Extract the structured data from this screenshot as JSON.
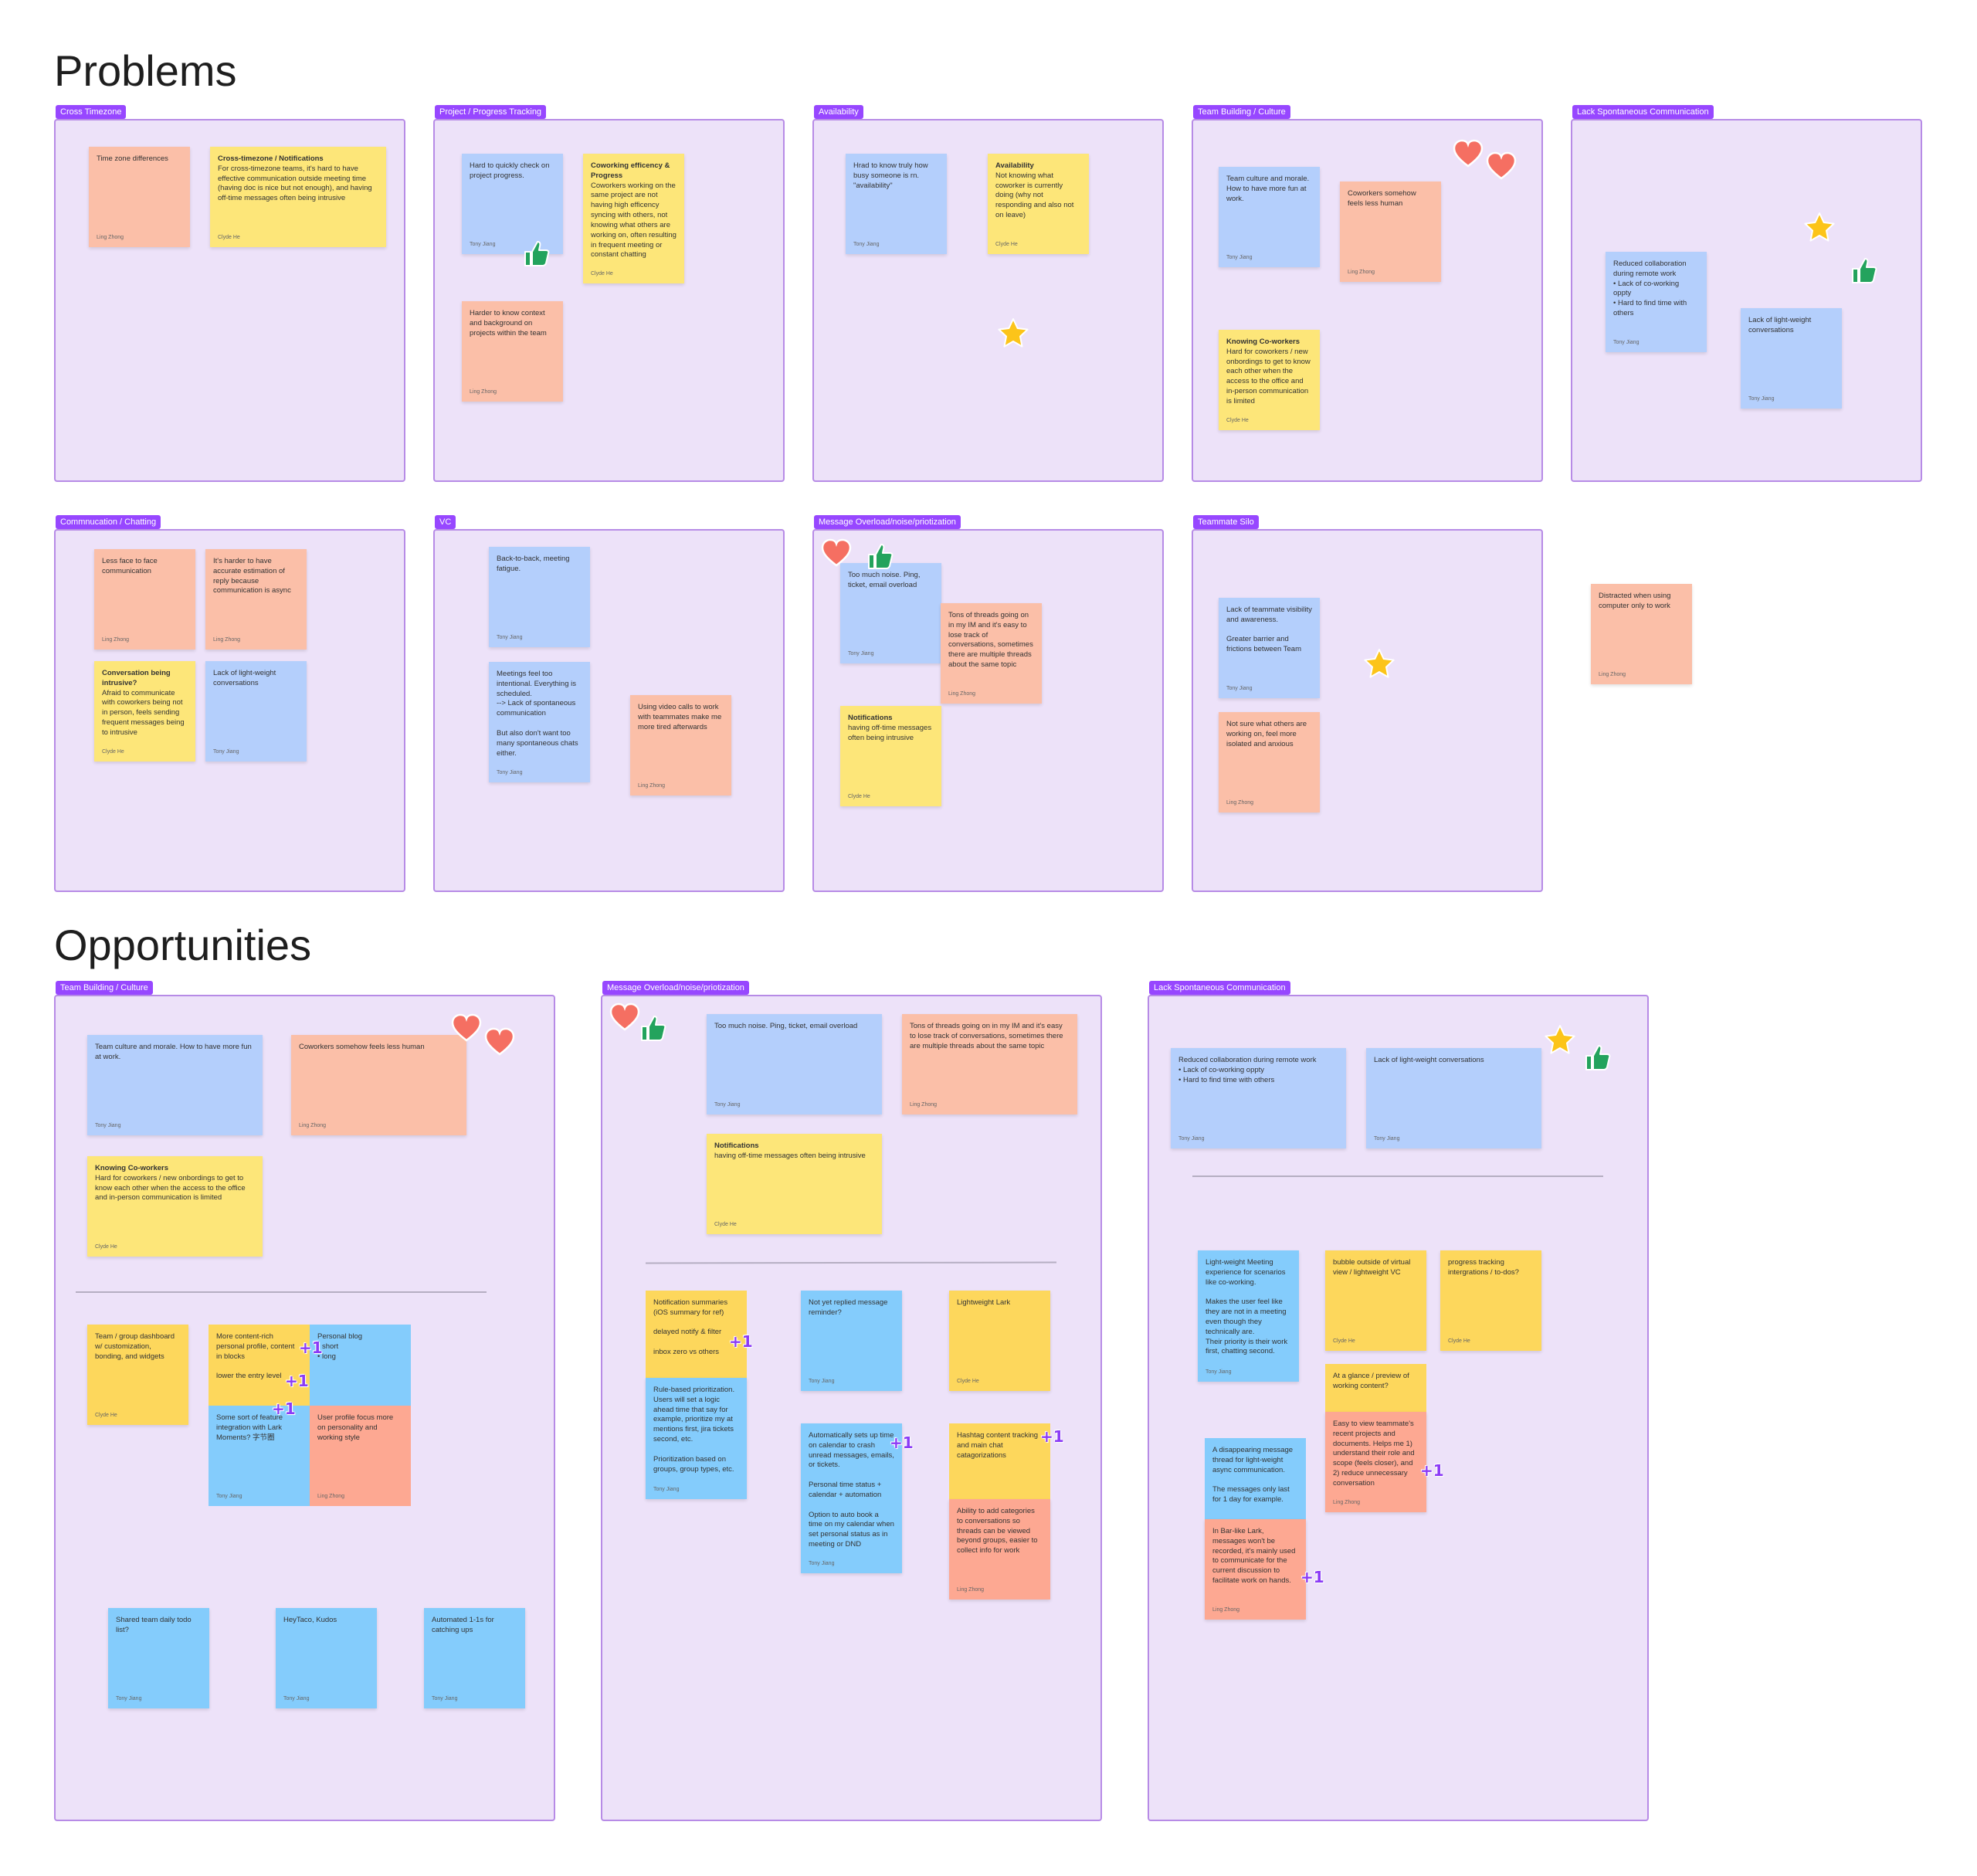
{
  "headings": {
    "problems": "Problems",
    "opportunities": "Opportunities"
  },
  "colors": {
    "section_bg": "#ede2f9",
    "section_border": "#b78be6",
    "label_bg": "#9747ff",
    "blue": "#b4cffc",
    "pink": "#fbbfa8",
    "yellow": "#fde679"
  },
  "problems": {
    "sections": [
      {
        "label": "Cross Timezone"
      },
      {
        "label": "Project / Progress Tracking"
      },
      {
        "label": "Availability"
      },
      {
        "label": "Team Building / Culture"
      },
      {
        "label": "Lack Spontaneous Communication"
      },
      {
        "label": "Commnucation / Chatting"
      },
      {
        "label": "VC"
      },
      {
        "label": "Message Overload/noise/priotization"
      },
      {
        "label": "Teammate Silo"
      }
    ],
    "stickies": [
      {
        "text": "Time zone differences",
        "author": "Ling Zhong"
      },
      {
        "title": "Cross-timezone / Notifications",
        "text": "For cross-timezone teams, it's hard to have effective communication outside meeting time (having doc is nice but not enough), and having off-time messages often being intrusive",
        "author": "Clyde He"
      },
      {
        "text": "Hard to quickly check on project progress.",
        "author": "Tony Jiang"
      },
      {
        "title": "Coworking efficency & Progress",
        "text": "Coworkers working on the same project are not having high efficency syncing with others, not knowing what others are working on, often resulting in frequent meeting or constant chatting",
        "author": "Clyde He"
      },
      {
        "text": "Harder to know context and background on projects within the team",
        "author": "Ling Zhong"
      },
      {
        "text": "Hrad to know truly how busy someone is rn. \"availability\"",
        "author": "Tony Jiang"
      },
      {
        "title": "Availability",
        "text": "Not knowing what coworker is currently doing (why not responding and also not on leave)",
        "author": "Clyde He"
      },
      {
        "text": "Team culture and morale. How to have more fun at work.",
        "author": "Tony Jiang"
      },
      {
        "text": "Coworkers somehow feels less human",
        "author": "Ling Zhong"
      },
      {
        "title": "Knowing Co-workers",
        "text": "Hard for coworkers / new onbordings to get to know each other when the access to the office and in-person communication is limited",
        "author": "Clyde He"
      },
      {
        "text": "Reduced collaboration during remote work\n  • Lack of co-working\n     oppty\n  • Hard to find time with\n     others",
        "author": "Tony Jiang"
      },
      {
        "text": "Lack of light-weight conversations",
        "author": "Tony Jiang"
      },
      {
        "text": "Less face to face communication",
        "author": "Ling Zhong"
      },
      {
        "text": "It's harder to have accurate estimation of reply because communication is async",
        "author": "Ling Zhong"
      },
      {
        "title": "Conversation being intrusive?",
        "text": "Afraid to communicate with coworkers being not in person, feels sending frequent messages being to intrusive",
        "author": "Clyde He"
      },
      {
        "text": "Lack of light-weight conversations",
        "author": "Tony Jiang"
      },
      {
        "text": "Back-to-back, meeting fatigue.",
        "author": "Tony Jiang"
      },
      {
        "text": "Meetings feel too intentional. Everything is scheduled.\n--> Lack of spontaneous communication\n\nBut also don't want too many spontaneous chats either.",
        "author": "Tony Jiang"
      },
      {
        "text": "Using video calls to work with teammates make me more tired afterwards",
        "author": "Ling Zhong"
      },
      {
        "text": "Too much noise. Ping, ticket, email overload",
        "author": "Tony Jiang"
      },
      {
        "text": "Tons of threads going on in my IM and it's easy to lose track of conversations, sometimes there are multiple threads about the same topic",
        "author": "Ling Zhong"
      },
      {
        "title": "Notifications",
        "text": "having off-time messages often being intrusive",
        "author": "Clyde He"
      },
      {
        "text": "Lack of teammate visibility and awareness.\n\nGreater barrier and frictions between Team",
        "author": "Tony Jiang"
      },
      {
        "text": "Not sure what others are working on, feel more isolated and anxious",
        "author": "Ling Zhong"
      },
      {
        "text": "Distracted when using computer only to work",
        "author": "Ling Zhong"
      }
    ]
  },
  "opportunities": {
    "sections": [
      {
        "label": "Team Building / Culture"
      },
      {
        "label": "Message Overload/noise/priotization"
      },
      {
        "label": "Lack Spontaneous Communication"
      }
    ],
    "stickies": [
      {
        "text": "Team culture and morale. How to have more fun at work.",
        "author": "Tony Jiang"
      },
      {
        "text": "Coworkers somehow feels less human",
        "author": "Ling Zhong"
      },
      {
        "title": "Knowing Co-workers",
        "text": "Hard for coworkers / new onbordings to get to know each other when the access to the office and in-person communication is limited",
        "author": "Clyde He"
      },
      {
        "text": "Team / group dashboard w/ customization, bonding, and widgets",
        "author": "Clyde He"
      },
      {
        "text": "More content-rich personal profile, content in blocks\n\nlower the entry level",
        "author": ""
      },
      {
        "text": "Personal blog\n  • short\n  • long",
        "author": ""
      },
      {
        "text": "Some sort of feature integration with Lark Moments? 字节圈",
        "author": "Tony Jiang"
      },
      {
        "text": "User profile focus more on personality and working style",
        "author": "Ling Zhong"
      },
      {
        "text": "Shared team daily todo list?",
        "author": "Tony Jiang"
      },
      {
        "text": "HeyTaco, Kudos",
        "author": "Tony Jiang"
      },
      {
        "text": "Automated 1-1s for catching ups",
        "author": "Tony Jiang"
      },
      {
        "text": "Too much noise. Ping, ticket, email overload",
        "author": "Tony Jiang"
      },
      {
        "text": "Tons of threads going on in my IM and it's easy to lose track of conversations, sometimes there are multiple threads about the same topic",
        "author": "Ling Zhong"
      },
      {
        "title": "Notifications",
        "text": "having off-time messages often being intrusive",
        "author": "Clyde He"
      },
      {
        "text": "Notification summaries (iOS summary for ref)\n\ndelayed notify & filter\n\ninbox zero vs others",
        "author": ""
      },
      {
        "text": "Rule-based prioritization. Users will set a logic ahead time that say for example, prioritize my at mentions first, jira tickets second, etc.\n\nPrioritization based on groups, group types, etc.",
        "author": "Tony Jiang"
      },
      {
        "text": "Not yet replied message reminder?",
        "author": "Tony Jiang"
      },
      {
        "text": "Lightweight Lark",
        "author": "Clyde He"
      },
      {
        "text": "Automatically sets up time on calendar to crash unread messages, emails, or tickets.\n\nPersonal time status + calendar + automation\n\nOption to auto book a time on my calendar when set personal status as in meeting or DND",
        "author": "Tony Jiang"
      },
      {
        "text": "Hashtag content tracking and main chat catagorizations",
        "author": ""
      },
      {
        "text": "Ability to add categories to conversations so threads can be viewed beyond groups, easier to collect info for work",
        "author": "Ling Zhong"
      },
      {
        "text": "Reduced collaboration during remote work\n  • Lack of co-working oppty\n  • Hard to find time with others",
        "author": "Tony Jiang"
      },
      {
        "text": "Lack of light-weight conversations",
        "author": "Tony Jiang"
      },
      {
        "text": "Light-weight Meeting experience for scenarios like co-working.\n\nMakes the user feel like they are not in a meeting even though they technically are.\nTheir priority is their work first, chatting second.",
        "author": "Tony Jiang"
      },
      {
        "text": "bubble outside of virtual view / lightweight VC",
        "author": "Clyde He"
      },
      {
        "text": "progress tracking intergrations / to-dos?",
        "author": "Clyde He"
      },
      {
        "text": "At a glance / preview of working content?",
        "author": ""
      },
      {
        "text": "Easy to view teammate's recent projects and documents. Helps me 1) understand their role and scope (feels closer), and 2) reduce unnecessary conversation",
        "author": "Ling Zhong"
      },
      {
        "text": "A disappearing message thread for light-weight async communication.\n\nThe messages only last for 1 day for example.",
        "author": ""
      },
      {
        "text": "In Bar-like Lark, messages won't be recorded, it's mainly used to communicate for the current discussion to facilitate work on hands.",
        "author": "Ling Zhong"
      }
    ],
    "plus_one": "+1"
  },
  "reactions": [
    "heart-icon",
    "thumbs-up-icon",
    "star-icon"
  ]
}
